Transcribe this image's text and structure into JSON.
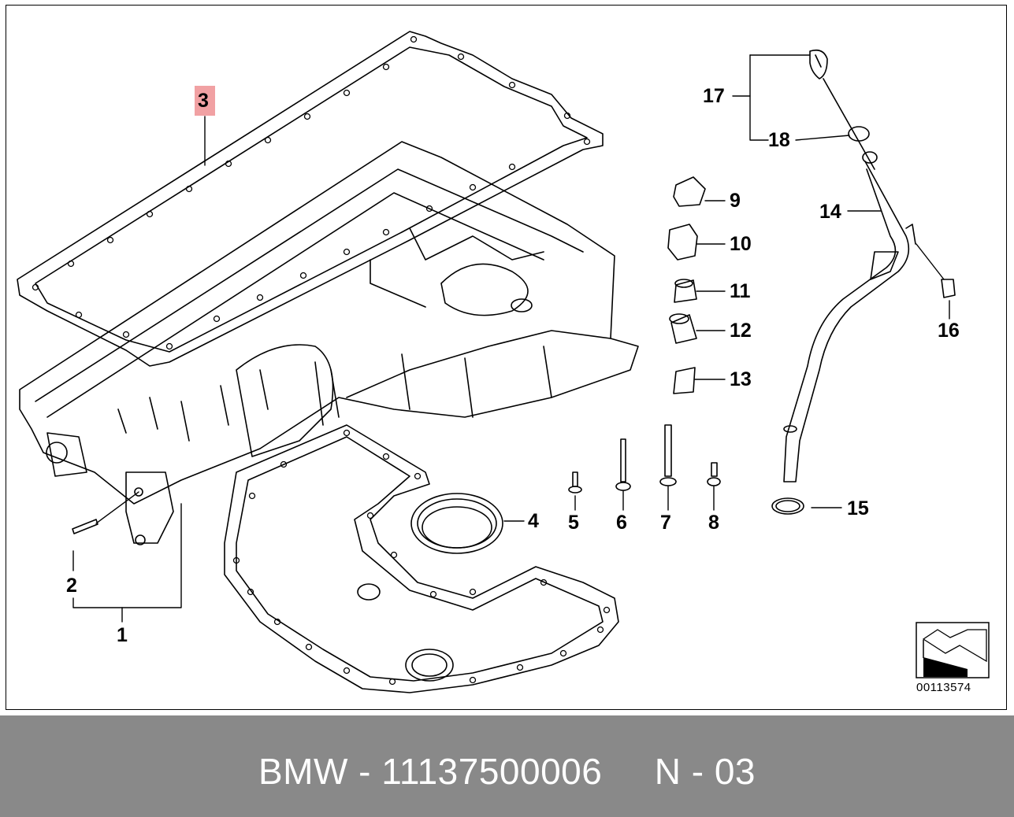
{
  "callouts": {
    "c1": "1",
    "c2": "2",
    "c3": "3",
    "c4": "4",
    "c5": "5",
    "c6": "6",
    "c7": "7",
    "c8": "8",
    "c9": "9",
    "c10": "10",
    "c11": "11",
    "c12": "12",
    "c13": "13",
    "c14": "14",
    "c15": "15",
    "c16": "16",
    "c17": "17",
    "c18": "18"
  },
  "highlight_color": "#f1a1a3",
  "reference_number": "00113574",
  "footer": {
    "text": "BMW - 11137500006     N - 03",
    "background": "#898989"
  },
  "icons": [
    "direction-arrow-icon"
  ]
}
